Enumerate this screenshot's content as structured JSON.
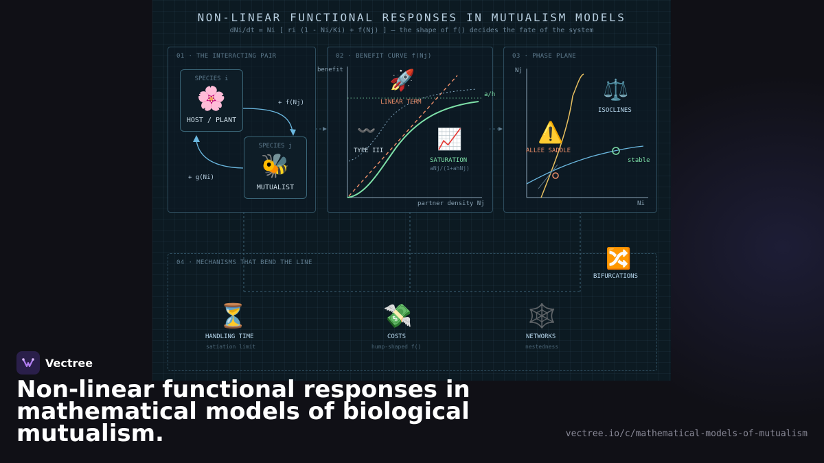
{
  "diagram": {
    "title": "NON-LINEAR FUNCTIONAL RESPONSES IN MUTUALISM MODELS",
    "subtitle": "dNi/dt = Ni [ ri (1 - Ni/Ki) + f(Nj) ] — the shape of f() decides the fate of the system",
    "panel1": {
      "title": "01 · THE INTERACTING PAIR",
      "species_i": {
        "tag": "SPECIES i",
        "label": "HOST / PLANT",
        "icon": "🌸"
      },
      "species_j": {
        "tag": "SPECIES j",
        "label": "MUTUALIST",
        "icon": "🐝"
      },
      "arrow_fnj": "+ f(Nj)",
      "arrow_gni": "+ g(Ni)"
    },
    "panel2": {
      "title": "02 · BENEFIT CURVE f(Nj)",
      "y_label": "benefit",
      "x_label": "partner density Nj",
      "asymptote_label": "a/h",
      "linear": {
        "label": "LINEAR TERM",
        "icon": "🚀"
      },
      "type3": {
        "label": "TYPE III",
        "icon": "〰️"
      },
      "saturation": {
        "label": "SATURATION",
        "formula": "aNj/(1+ahNj)",
        "icon": "📈"
      }
    },
    "panel3": {
      "title": "03 · PHASE PLANE",
      "y_label": "Nj",
      "x_label": "Ni",
      "isoclines": {
        "label": "ISOCLINES",
        "icon": "⚖️"
      },
      "allee": {
        "label": "ALLEE SADDLE",
        "icon": "⚠️"
      },
      "stable_label": "stable"
    },
    "panel4": {
      "title": "04 · MECHANISMS THAT BEND THE LINE",
      "bifurcations": {
        "label": "BIFURCATIONS",
        "icon": "🔀"
      },
      "mechanisms": [
        {
          "label": "HANDLING TIME",
          "sub": "satiation limit",
          "icon": "⏳"
        },
        {
          "label": "COSTS",
          "sub": "hump-shaped f()",
          "icon": "💸"
        },
        {
          "label": "NETWORKS",
          "sub": "nestedness",
          "icon": "🕸️"
        }
      ]
    }
  },
  "colors": {
    "accent_green": "#7ee0a8",
    "accent_orange": "#f0906a",
    "accent_blue": "#6bb8e0",
    "accent_yellow": "#e8c060"
  },
  "footer": {
    "brand": "Vectree",
    "headline": "Non-linear functional responses in mathematical models of biological mutualism.",
    "url": "vectree.io/c/mathematical-models-of-mutualism"
  }
}
